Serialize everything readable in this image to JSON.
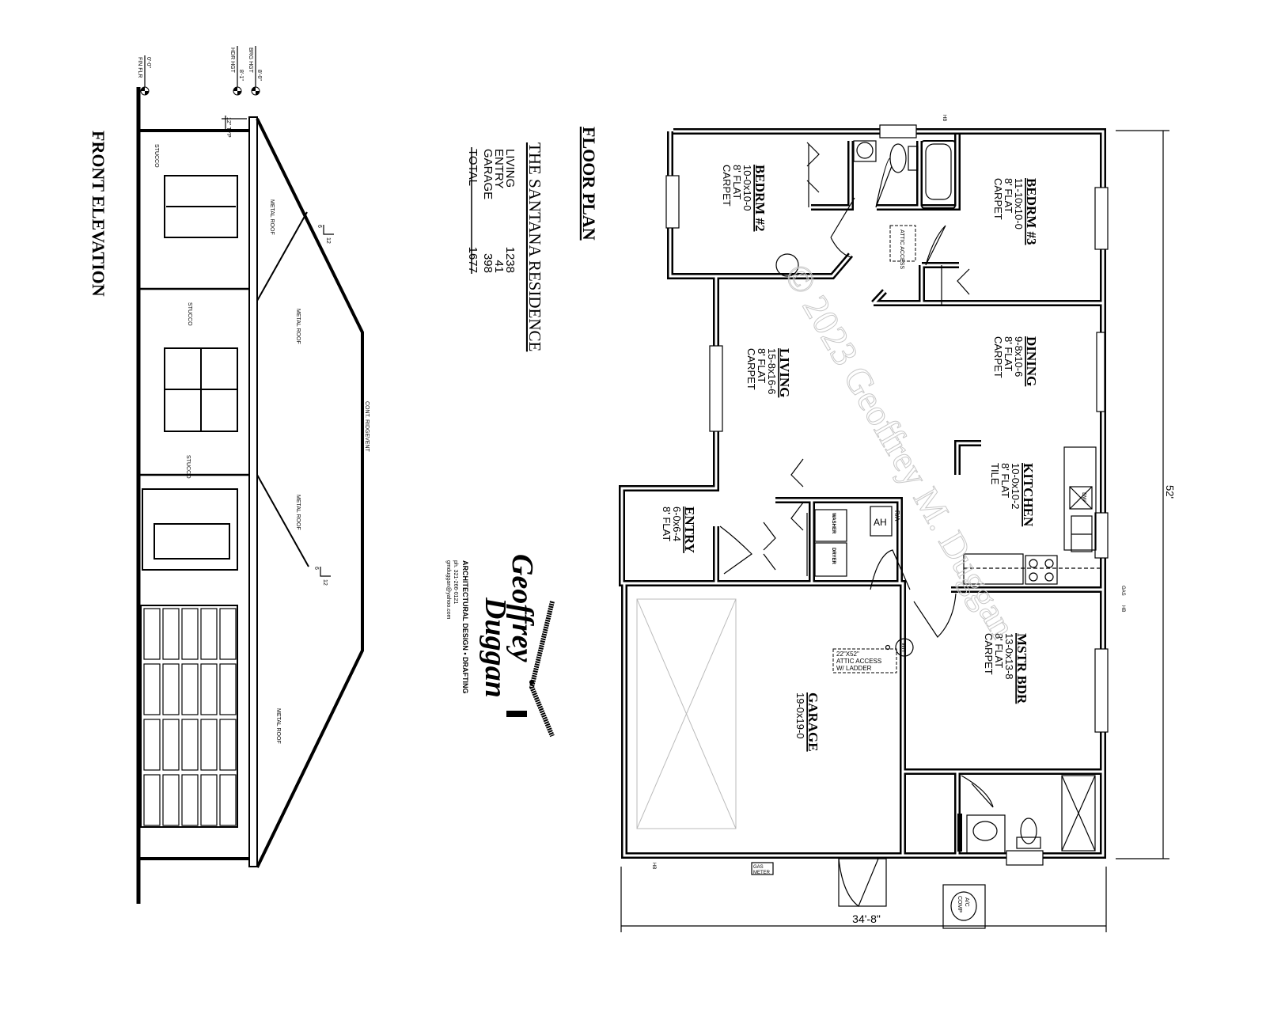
{
  "floor_plan": {
    "title": "FLOOR PLAN",
    "residence": "THE SANTANA RESIDENCE",
    "areas": [
      {
        "label": "LIVING",
        "value": "1238"
      },
      {
        "label": "ENTRY",
        "value": "41"
      },
      {
        "label": "GARAGE",
        "value": "398"
      },
      {
        "label": "TOTAL",
        "value": "1677"
      }
    ],
    "rooms": {
      "bedrm2": {
        "name": "BEDRM #2",
        "size": "10-0x10-0",
        "ceiling": "8' FLAT",
        "floor": "CARPET"
      },
      "bedrm3": {
        "name": "BEDRM #3",
        "size": "11-10x10-0",
        "ceiling": "8' FLAT",
        "floor": "CARPET"
      },
      "living": {
        "name": "LIVING",
        "size": "15-8x16-6",
        "ceiling": "8' FLAT",
        "floor": "CARPET"
      },
      "dining": {
        "name": "DINING",
        "size": "9-8x10-6",
        "ceiling": "8' FLAT",
        "floor": "CARPET"
      },
      "kitchen": {
        "name": "KITCHEN",
        "size": "10-0x10-2",
        "ceiling": "8' FLAT",
        "floor": "TILE"
      },
      "entry": {
        "name": "ENTRY",
        "size": "6-0x6-4",
        "ceiling": "8' FLAT"
      },
      "garage": {
        "name": "GARAGE",
        "size": "19-0x19-0"
      },
      "master": {
        "name": "MSTR BDR",
        "size": "13-0x13-8",
        "ceiling": "8' FLAT",
        "floor": "CARPET"
      }
    },
    "labels": {
      "attic_access": "ATTIC ACCESS",
      "garage_attic_1": "22\"X52\"",
      "garage_attic_2": "ATTIC ACCESS",
      "garage_attic_3": "W/ LADDER",
      "water_heater": "WH",
      "air_handler": "AH",
      "return_air": "R/A",
      "washer": "WASHER",
      "dryer": "DRYER",
      "dishwasher": "DW",
      "gas_meter_1": "GAS",
      "gas_meter_2": "METER",
      "ac_comp_1": "A/C",
      "ac_comp_2": "COMP",
      "gas": "GAS",
      "hose_bib": "HB"
    },
    "dimensions": {
      "depth": "52'",
      "width": "34'-8\""
    },
    "watermark": "© 2023 Geoffrey M. Duggan"
  },
  "front_elevation": {
    "title": "FRONT ELEVATION",
    "levels": [
      {
        "value": "0'-0\"",
        "label": "FIN FLR"
      },
      {
        "value": "8'-1\"",
        "label": "HDR HGT"
      },
      {
        "value": "8'-0\"",
        "label": "BRG HGT"
      }
    ],
    "overhang": "12\" TYP",
    "materials": {
      "wall": "STUCCO",
      "roof": "METAL ROOF",
      "ridge": "CONT. RIDGEVENT"
    },
    "pitch": {
      "rise": "6",
      "run": "12"
    }
  },
  "logo": {
    "name_first": "Geoffrey",
    "name_last": "Duggan",
    "tagline": "ARCHITECTURAL DESIGN • DRAFTING",
    "phone": "ph. 321-266-0121",
    "email": "gmduggan@yahoo.com"
  }
}
